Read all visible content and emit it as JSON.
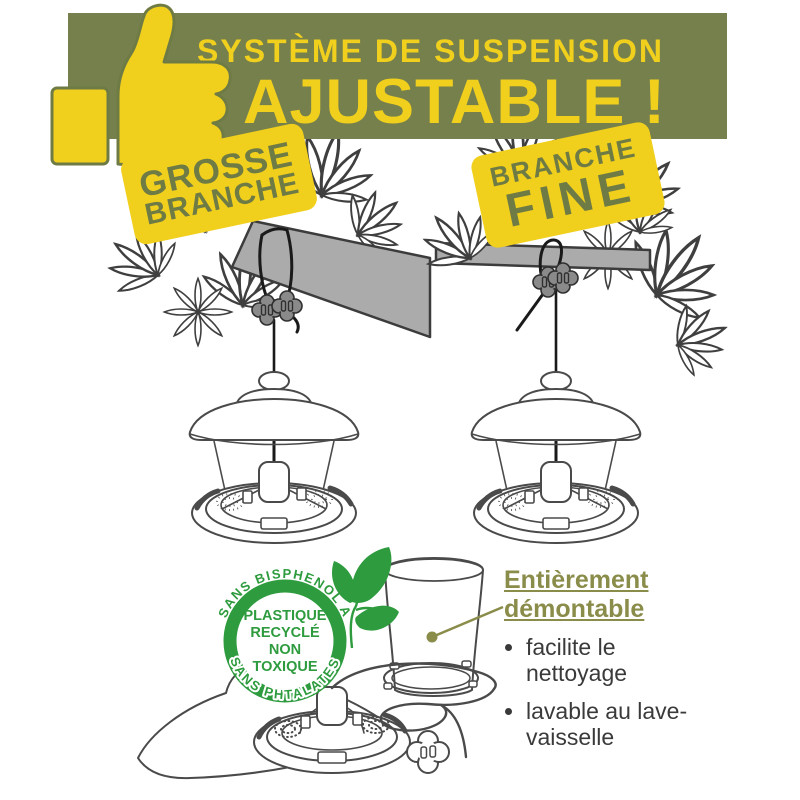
{
  "banner": {
    "title_line1": "SYSTÈME DE SUSPENSION",
    "title_line2": "AJUSTABLE !",
    "bg_color": "#76804C",
    "text_color": "#F0CF1D"
  },
  "tags": {
    "left": {
      "line1": "GROSSE",
      "line2": "BRANCHE"
    },
    "right": {
      "line1": "BRANCHE",
      "line2": "FINE"
    }
  },
  "badge": {
    "arc_top": "SANS BISPHENOL A",
    "arc_bottom": "SANS PHTALATES",
    "line1": "PLASTIQUE",
    "line2": "RECYCLÉ",
    "line3": "NON",
    "line4": "TOXIQUE",
    "color": "#2D9B3E"
  },
  "features": {
    "heading_line1": "Entièrement",
    "heading_line2": "démontable",
    "heading_color": "#8A8C4A",
    "bullets": [
      "facilite le nettoyage",
      "lavable au lave-vaisselle"
    ],
    "text_color": "#3A3A3A"
  },
  "colors": {
    "banner_olive": "#76804C",
    "accent_yellow": "#F0CF1D",
    "tag_text_olive": "#6F7B45",
    "badge_green": "#2D9B3E",
    "branch_gray": "#ABABAB",
    "line_art_gray": "#4A4A4A",
    "cord_black": "#1A1A1A"
  }
}
